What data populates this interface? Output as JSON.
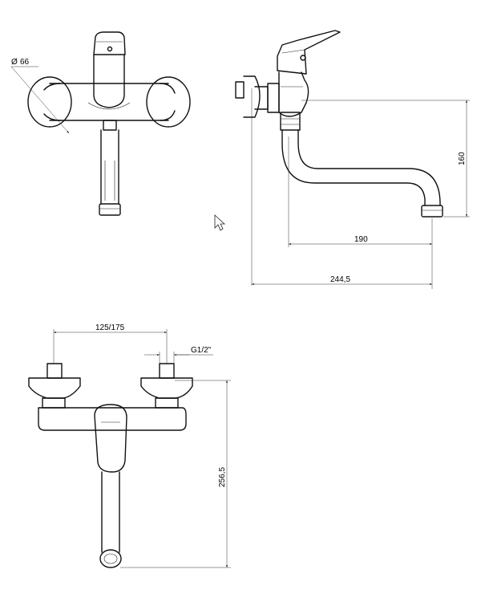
{
  "dimensions": {
    "diameter_symbol": "Ø",
    "diameter_value": "66",
    "spout_height": "160",
    "spout_reach": "190",
    "overall_depth": "244,5",
    "centre_distance": "125/175",
    "thread": "G1/2\"",
    "overall_height": "256,5"
  },
  "colors": {
    "line": "#111111",
    "background": "#ffffff"
  },
  "icons": [
    "mouse-cursor-icon"
  ]
}
